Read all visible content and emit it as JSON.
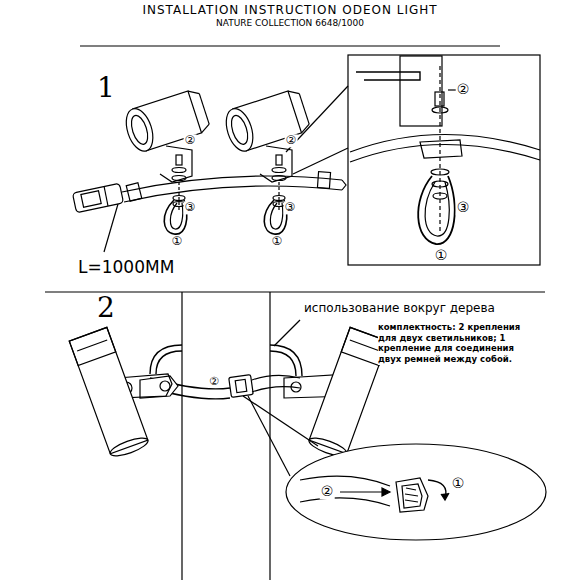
{
  "diagram": {
    "title": "INSTALLATION INSTRUCTION ODEON LIGHT",
    "labels": [
      "NATURE COLLECTION 6648/1000",
      "1",
      "②",
      "③",
      "①",
      "②",
      "③",
      "①",
      "②",
      "③",
      "①",
      "L=1000MM",
      "2",
      "использование вокруг дерева",
      "комплектность: 2 крепления для двух светильников; 1 крепление для соединения двух ремней между собой.",
      "②",
      "①",
      "②"
    ]
  }
}
